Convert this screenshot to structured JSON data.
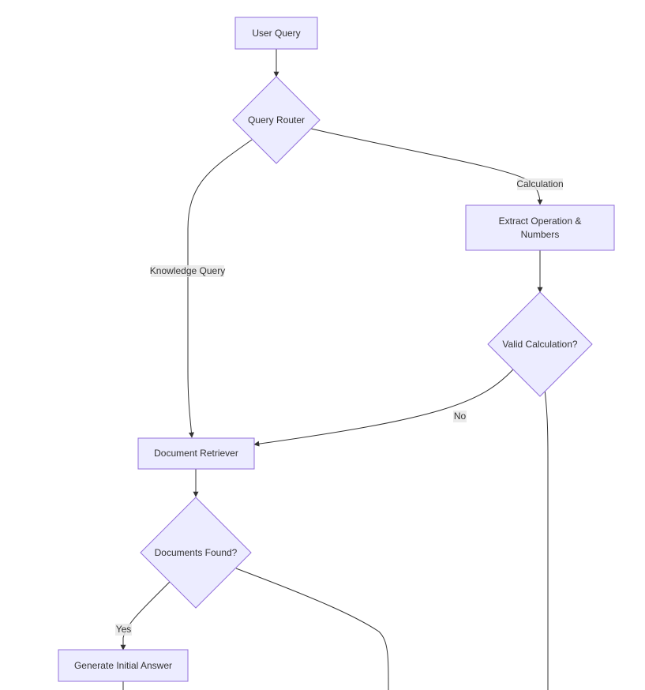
{
  "diagram": {
    "type": "flowchart",
    "colors": {
      "node_fill": "#ececff",
      "node_stroke": "#9370db",
      "edge": "#333333",
      "label_bg": "#e8e8e8",
      "text": "#333333"
    },
    "nodes": [
      {
        "id": "user_query",
        "shape": "rect",
        "label": "User Query"
      },
      {
        "id": "query_router",
        "shape": "diamond",
        "label": "Query Router"
      },
      {
        "id": "extract_op",
        "shape": "rect",
        "label_line1": "Extract Operation &",
        "label_line2": "Numbers"
      },
      {
        "id": "valid_calc",
        "shape": "diamond",
        "label": "Valid Calculation?"
      },
      {
        "id": "doc_retriever",
        "shape": "rect",
        "label": "Document Retriever"
      },
      {
        "id": "docs_found",
        "shape": "diamond",
        "label": "Documents Found?"
      },
      {
        "id": "gen_answer",
        "shape": "rect",
        "label": "Generate Initial Answer"
      }
    ],
    "edges": [
      {
        "from": "user_query",
        "to": "query_router",
        "label": ""
      },
      {
        "from": "query_router",
        "to": "extract_op",
        "label": "Calculation"
      },
      {
        "from": "query_router",
        "to": "doc_retriever",
        "label": "Knowledge Query"
      },
      {
        "from": "extract_op",
        "to": "valid_calc",
        "label": ""
      },
      {
        "from": "valid_calc",
        "to": "doc_retriever",
        "label": "No"
      },
      {
        "from": "doc_retriever",
        "to": "docs_found",
        "label": ""
      },
      {
        "from": "docs_found",
        "to": "gen_answer",
        "label": "Yes"
      }
    ]
  }
}
